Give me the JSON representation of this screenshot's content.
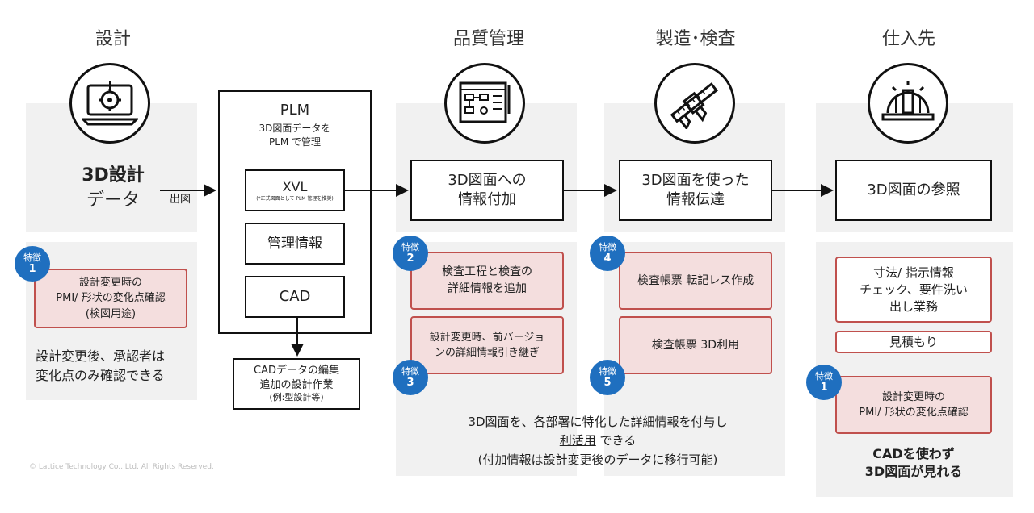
{
  "stages": {
    "design": "設計",
    "quality": "品質管理",
    "manufacturing": "製造･検査",
    "supplier": "仕入先"
  },
  "design": {
    "data_l1": "3D設計",
    "data_l2": "データ",
    "output_label": "出図",
    "feature": {
      "label": "特徴",
      "num": "1"
    },
    "feature_lines": [
      "設計変更時の",
      "PMI/ 形状の変化点確認",
      "(検図用途)"
    ],
    "note_lines": [
      "設計変更後、承認者は",
      "変化点のみ確認できる"
    ]
  },
  "plm": {
    "title": "PLM",
    "sub_lines": [
      "3D図面データを",
      "PLM で管理"
    ],
    "xvl": "XVL",
    "xvl_note": "(*正式図面として PLM 管理を推奨)",
    "mgmt": "管理情報",
    "cad": "CAD",
    "cad_edit_lines": [
      "CADデータの編集",
      "追加の設計作業",
      "(例:型設計等)"
    ]
  },
  "quality": {
    "box_lines": [
      "3D図面への",
      "情報付加"
    ],
    "feature2": {
      "label": "特徴",
      "num": "2"
    },
    "feature2_lines": [
      "検査工程と検査の",
      "詳細情報を追加"
    ],
    "feature3": {
      "label": "特徴",
      "num": "3"
    },
    "feature3_lines": [
      "設計変更時、前バージョ",
      "ンの詳細情報引き継ぎ"
    ]
  },
  "manufacturing": {
    "box_lines": [
      "3D図面を使った",
      "情報伝達"
    ],
    "feature4": {
      "label": "特徴",
      "num": "4"
    },
    "feature4_text": "検査帳票 転記レス作成",
    "feature5": {
      "label": "特徴",
      "num": "5"
    },
    "feature5_text": "検査帳票 3D利用"
  },
  "bottom_note": {
    "line1": "3D図面を、各部署に特化した詳細情報を付与し",
    "line2_underlined": "利活用",
    "line2_rest": " できる",
    "line3": "(付加情報は設計変更後のデータに移行可能)"
  },
  "supplier": {
    "box": "3D図面の参照",
    "task_lines": [
      "寸法/ 指示情報",
      "チェック、要件洗い",
      "出し業務"
    ],
    "estimate": "見積もり",
    "feature": {
      "label": "特徴",
      "num": "1"
    },
    "feature_lines": [
      "設計変更時の",
      "PMI/ 形状の変化点確認"
    ],
    "note_lines": [
      "CADを使わず",
      "3D図面が見れる"
    ]
  },
  "copyright": "© Lattice Technology Co., Ltd. All Rights Reserved."
}
